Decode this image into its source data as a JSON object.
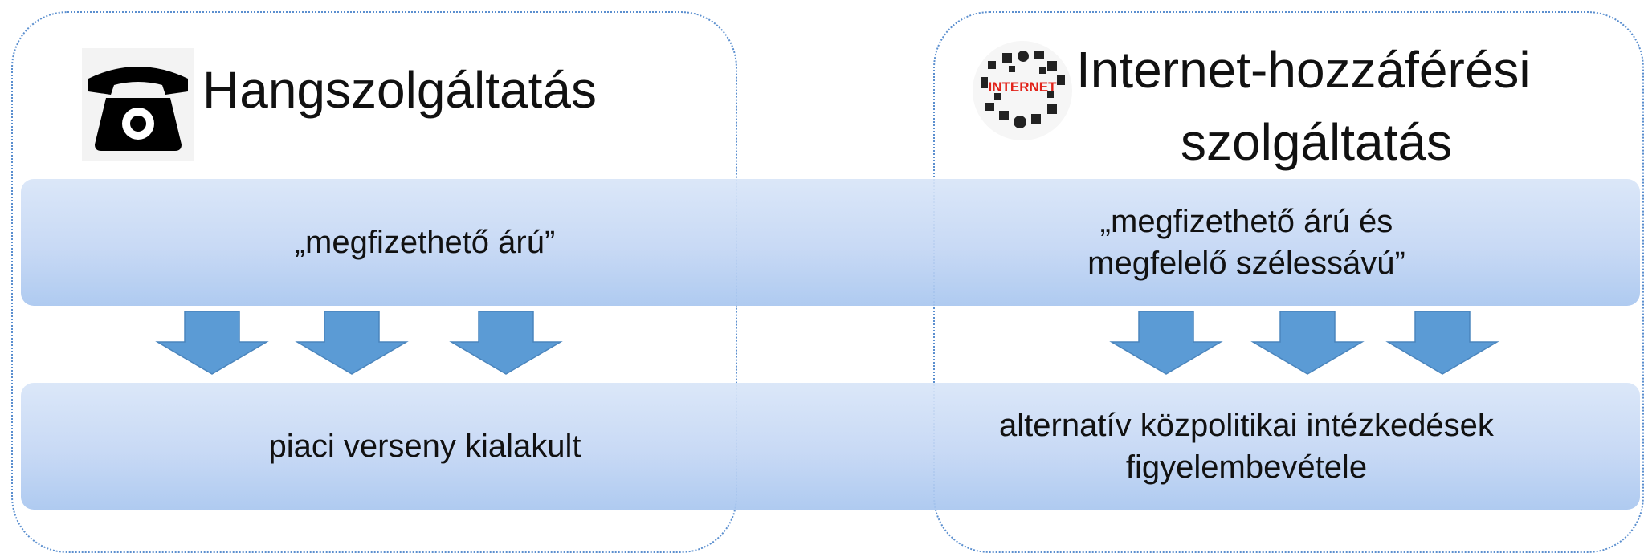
{
  "left": {
    "title": "Hangszolgáltatás",
    "top_text": "„megfizethető árú”",
    "bottom_text": "piaci verseny kialakult",
    "icon": "telephone-icon"
  },
  "right": {
    "title_line1": "Internet-hozzáférési",
    "title_line2": "szolgáltatás",
    "top_text_line1": "„megfizethető árú és",
    "top_text_line2": "megfelelő szélessávú”",
    "bottom_text_line1": "alternatív közpolitikai intézkedések",
    "bottom_text_line2": "figyelembevétele",
    "icon": "internet-icon",
    "icon_label": "INTERNET"
  },
  "colors": {
    "arrow_fill": "#5b9bd5",
    "arrow_stroke": "#4a85bd",
    "panel_border": "#5b8fcf",
    "band_top": "#d8e5f8",
    "band_bottom": "#a8c6ef",
    "internet_label": "#e2231a"
  }
}
